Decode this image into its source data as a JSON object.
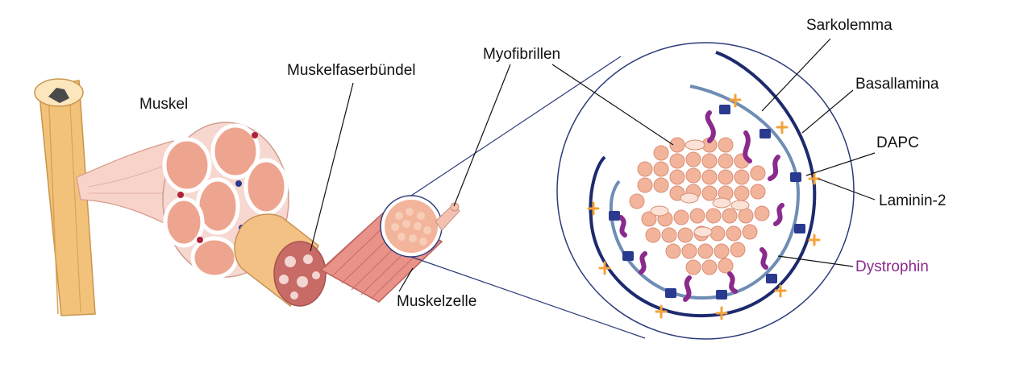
{
  "labels": {
    "muskel": "Muskel",
    "muskelfaserbuendel": "Muskelfaserbündel",
    "myofibrillen": "Myofibrillen",
    "muskelzelle": "Muskelzelle",
    "sarkolemma": "Sarkolemma",
    "basallamina": "Basallamina",
    "dapc": "DAPC",
    "laminin2": "Laminin-2",
    "dystrophin": "Dystrophin"
  },
  "colors": {
    "bone": "#f3c27a",
    "muscle_fill": "#f6d8d0",
    "fiber": "#eea58f",
    "myofibril": "#f3b49c",
    "sarcolemma": "#6f8db5",
    "basal_lamina": "#1d2a6e",
    "dapc": "#2a3a8f",
    "laminin": "#f3a23a",
    "dystrophin": "#8a2a8c",
    "zoom_circle": "#2c3a7a"
  }
}
